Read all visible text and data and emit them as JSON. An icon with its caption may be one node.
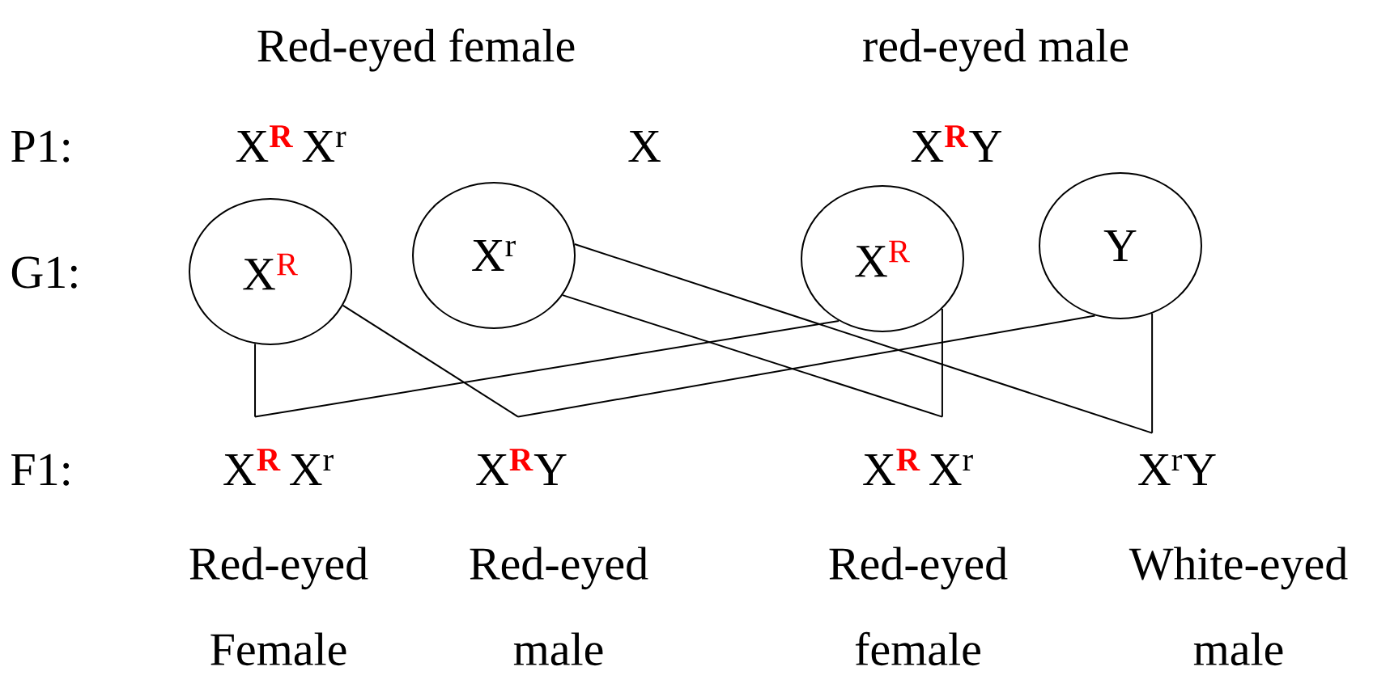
{
  "diagram": {
    "nodes": [
      {
        "text": [
          "X",
          "R"
        ]
      },
      {
        "text": [
          "X",
          "r"
        ]
      },
      {
        "text": [
          "X",
          "R"
        ]
      },
      {
        "text": [
          "Y"
        ]
      },
      {
        "text": [
          "X",
          "R",
          "X",
          "r"
        ],
        "beside": [
          "Red-eyed Female"
        ]
      },
      {
        "text": [
          "X",
          "R",
          "Y"
        ],
        "beside": [
          "Red-eyed male"
        ]
      },
      {
        "text": [
          "X",
          "R",
          "X",
          "r"
        ],
        "beside": [
          "Red-eyed female"
        ]
      },
      {
        "text": [
          "X",
          "r",
          "Y"
        ],
        "beside": [
          "White-eyed male"
        ]
      }
    ],
    "edges": [
      {
        "from": 0,
        "to": 4,
        "arrow": "none"
      },
      {
        "from": 2,
        "to": 4,
        "arrow": "none"
      },
      {
        "from": 0,
        "to": 5,
        "arrow": "none"
      },
      {
        "from": 3,
        "to": 5,
        "arrow": "none"
      },
      {
        "from": 1,
        "to": 6,
        "arrow": "none"
      },
      {
        "from": 2,
        "to": 6,
        "arrow": "none"
      },
      {
        "from": 1,
        "to": 7,
        "arrow": "none"
      },
      {
        "from": 3,
        "to": 7,
        "arrow": "none"
      }
    ],
    "labels": [
      "Red-eyed female",
      "red-eyed male",
      "P1:",
      "X",
      "R",
      "X",
      "r",
      "X",
      "X",
      "R",
      "Y",
      "G1:",
      "F1:"
    ]
  }
}
